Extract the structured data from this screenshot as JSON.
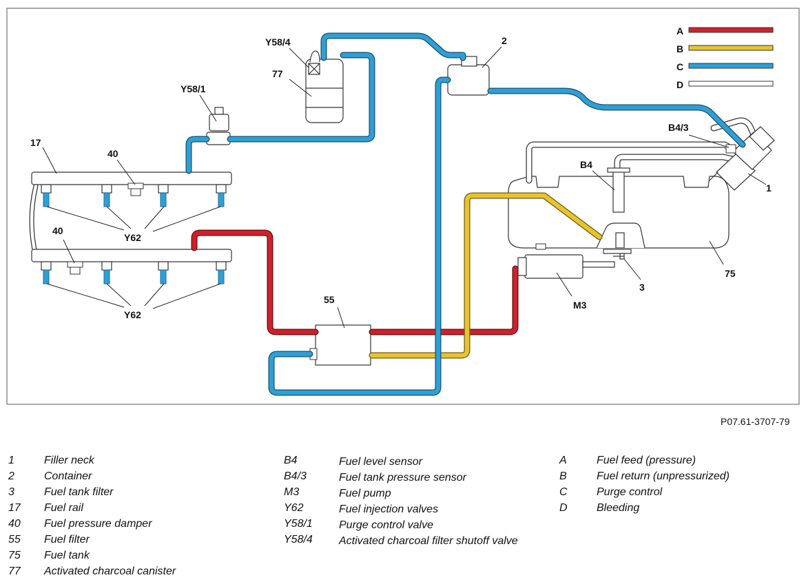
{
  "diagram": {
    "colors": {
      "A": "#d0202a",
      "B": "#e8c330",
      "C": "#2f9fd4",
      "D": "#ffffff",
      "outline": "#333333",
      "component_fill": "#f2f2f2"
    },
    "key": [
      {
        "letter": "A",
        "color": "#d0202a"
      },
      {
        "letter": "B",
        "color": "#e8c330"
      },
      {
        "letter": "C",
        "color": "#2f9fd4"
      },
      {
        "letter": "D",
        "color": "#ffffff"
      }
    ],
    "labels": {
      "y58_4": "Y58/4",
      "c77": "77",
      "c2": "2",
      "y58_1": "Y58/1",
      "c17": "17",
      "c40_top": "40",
      "y62_top": "Y62",
      "c40_bot": "40",
      "y62_bot": "Y62",
      "c55": "55",
      "b4_3": "B4/3",
      "b4": "B4",
      "c1": "1",
      "c75": "75",
      "c3": "3",
      "m3": "M3"
    },
    "reference": "P07.61-3707-79"
  },
  "legend": {
    "col1": [
      {
        "code": "1",
        "desc": "Filler neck"
      },
      {
        "code": "2",
        "desc": "Container"
      },
      {
        "code": "3",
        "desc": "Fuel tank filter"
      },
      {
        "code": "17",
        "desc": "Fuel rail"
      },
      {
        "code": "40",
        "desc": "Fuel pressure damper"
      },
      {
        "code": "55",
        "desc": "Fuel filter"
      },
      {
        "code": "75",
        "desc": "Fuel tank"
      },
      {
        "code": "77",
        "desc": "Activated charcoal canister"
      }
    ],
    "col2": [
      {
        "code": "B4",
        "desc": "Fuel level sensor"
      },
      {
        "code": "B4/3",
        "desc": "Fuel tank pressure sensor"
      },
      {
        "code": "M3",
        "desc": "Fuel pump"
      },
      {
        "code": "Y62",
        "desc": "Fuel injection valves"
      },
      {
        "code": "Y58/1",
        "desc": "Purge control valve"
      },
      {
        "code": "Y58/4",
        "desc": "Activated charcoal filter shutoff valve"
      }
    ],
    "col3": [
      {
        "code": "A",
        "desc": "Fuel feed (pressure)"
      },
      {
        "code": "B",
        "desc": "Fuel return (unpressurized)"
      },
      {
        "code": "C",
        "desc": "Purge control"
      },
      {
        "code": "D",
        "desc": "Bleeding"
      }
    ]
  }
}
